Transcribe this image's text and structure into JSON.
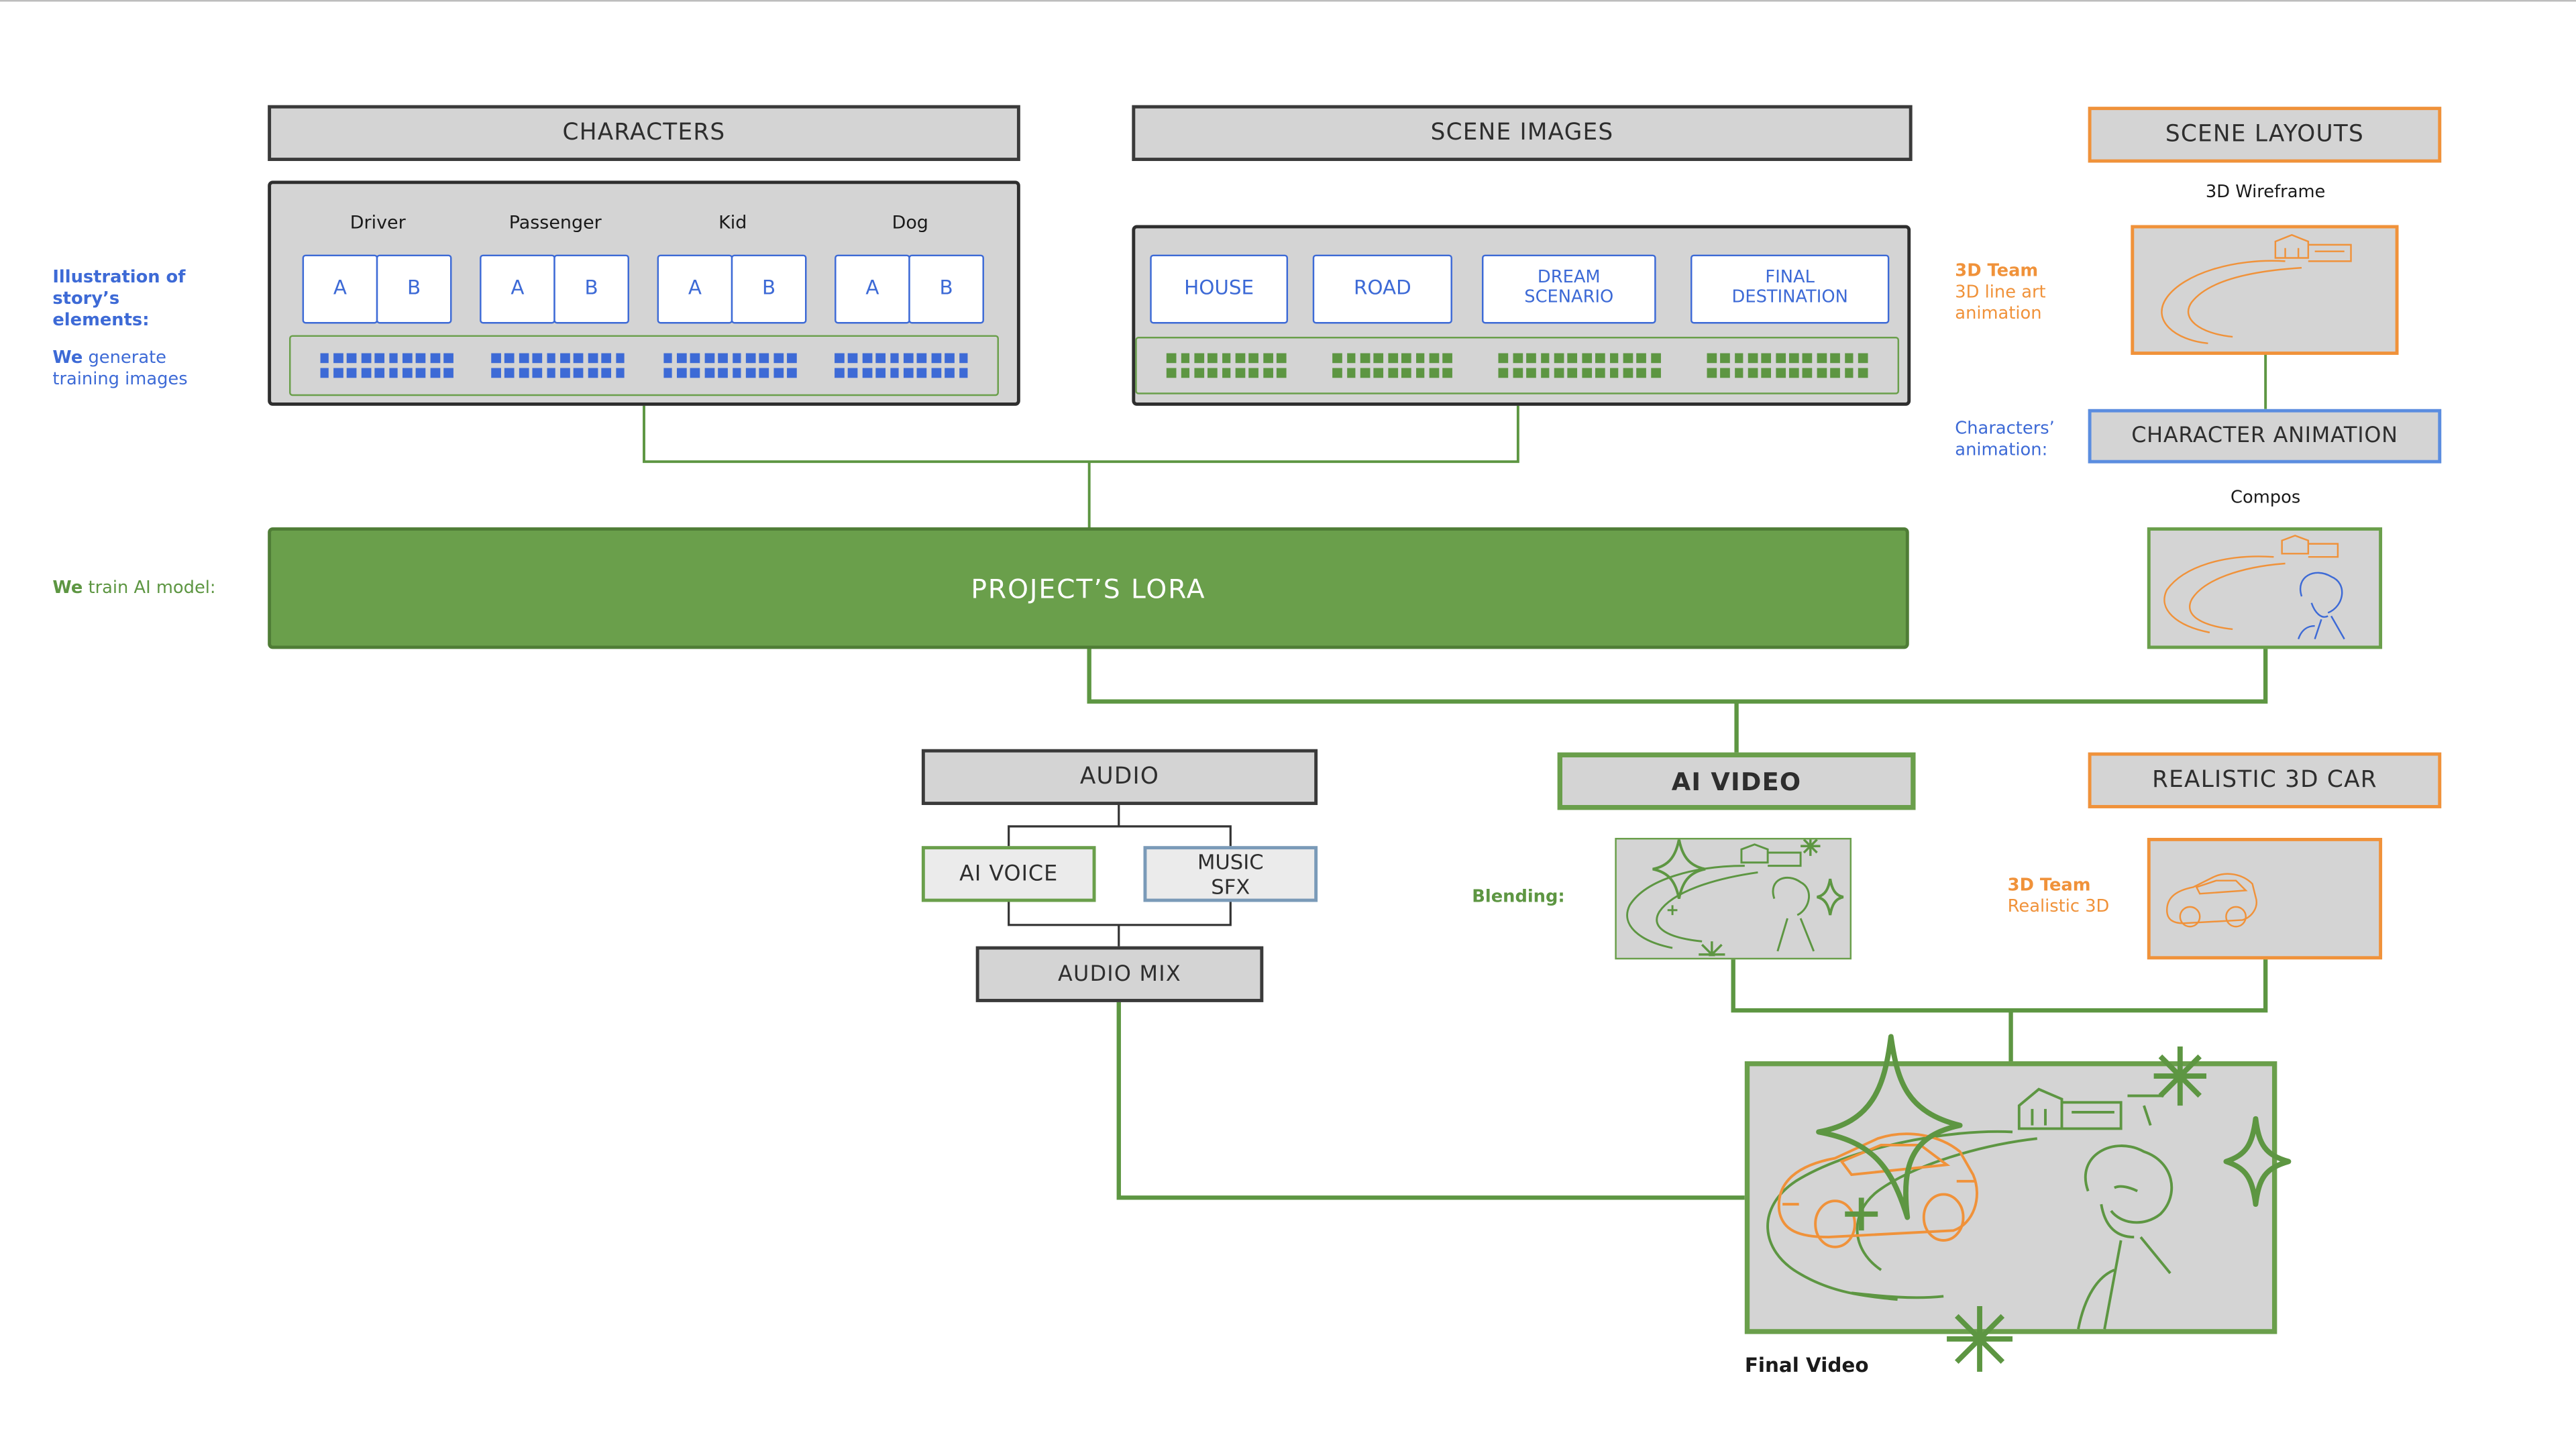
{
  "headers": {
    "characters": "CHARACTERS",
    "scene_images": "SCENE IMAGES",
    "scene_layouts": "SCENE LAYOUTS",
    "character_animation": "CHARACTER ANIMATION",
    "lora": "PROJECT’S LORA",
    "audio": "AUDIO",
    "ai_video": "AI VIDEO",
    "realistic_car": "REALISTIC 3D CAR",
    "audio_mix": "AUDIO MIX"
  },
  "characters": [
    {
      "name": "Driver",
      "a": "A",
      "b": "B"
    },
    {
      "name": "Passenger",
      "a": "A",
      "b": "B"
    },
    {
      "name": "Kid",
      "a": "A",
      "b": "B"
    },
    {
      "name": "Dog",
      "a": "A",
      "b": "B"
    }
  ],
  "scenes": [
    "HOUSE",
    "ROAD",
    "DREAM SCENARIO",
    "FINAL DESTINATION"
  ],
  "audio_inputs": [
    "AI VOICE",
    "MUSIC SFX"
  ],
  "side_labels": {
    "illustration_bold": "Illustration of story’s elements:",
    "generate_bold": "We",
    "generate_rest": "generate training images",
    "train_bold": "We",
    "train_rest": "train AI model:",
    "team1_bold": "3D Team",
    "team1_rest": "3D line art animation",
    "char_anim": "Characters’ animation:",
    "blending": "Blending:",
    "team2_bold": "3D Team",
    "team2_rest": "Realistic 3D"
  },
  "captions": {
    "wireframe": "3D Wireframe",
    "compos": "Compos",
    "final_video": "Final Video"
  },
  "colors": {
    "green": "#5d9642",
    "lora_fill": "#6a9f4b",
    "blue": "#3d6ad6",
    "orange": "#f0923a",
    "grey_fill": "#d4d4d4"
  }
}
